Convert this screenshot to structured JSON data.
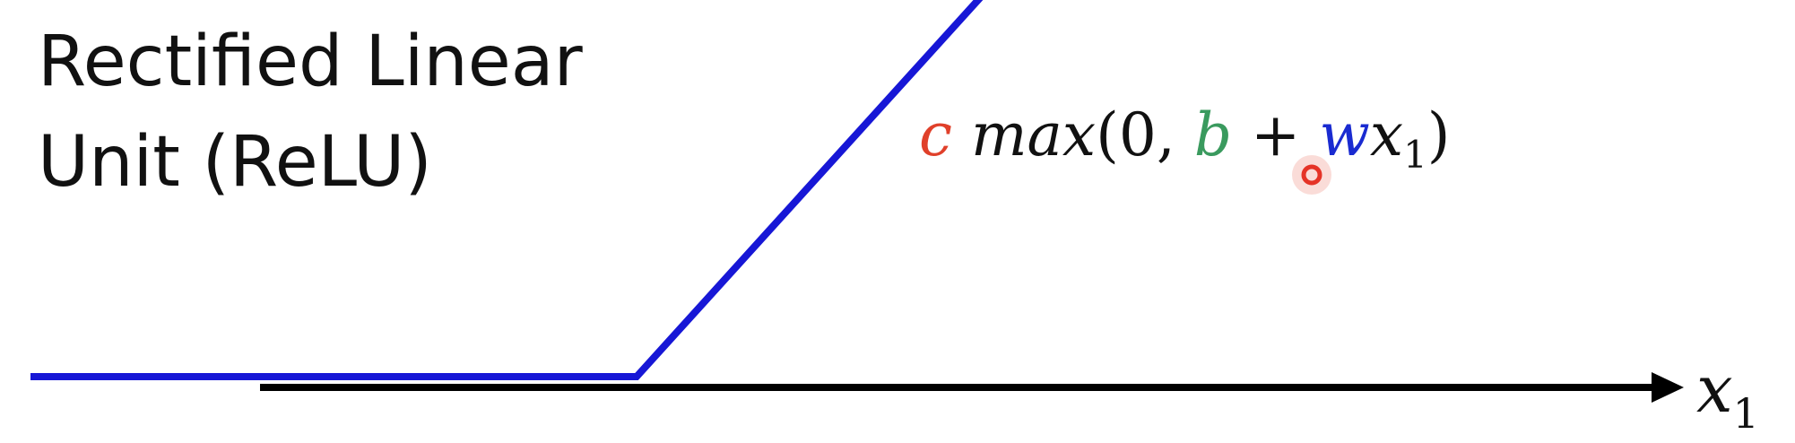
{
  "title": {
    "line1": "Rectified Linear",
    "line2": "Unit (ReLU)"
  },
  "formula": {
    "coef_c": "c",
    "fn": "max",
    "open": "(",
    "zero_comma": "0, ",
    "bias_b": "b",
    "plus": " + ",
    "weight_w": "w",
    "var_x": "x",
    "var_sub": "1",
    "close": ")"
  },
  "axis": {
    "label": "x",
    "label_sub": "1"
  },
  "colors": {
    "relu_line": "#1717d6",
    "axis": "#000000",
    "c": "#e0402a",
    "b": "#3a9a5e",
    "w": "#1a2bd1",
    "cursor": "#e53327"
  }
}
